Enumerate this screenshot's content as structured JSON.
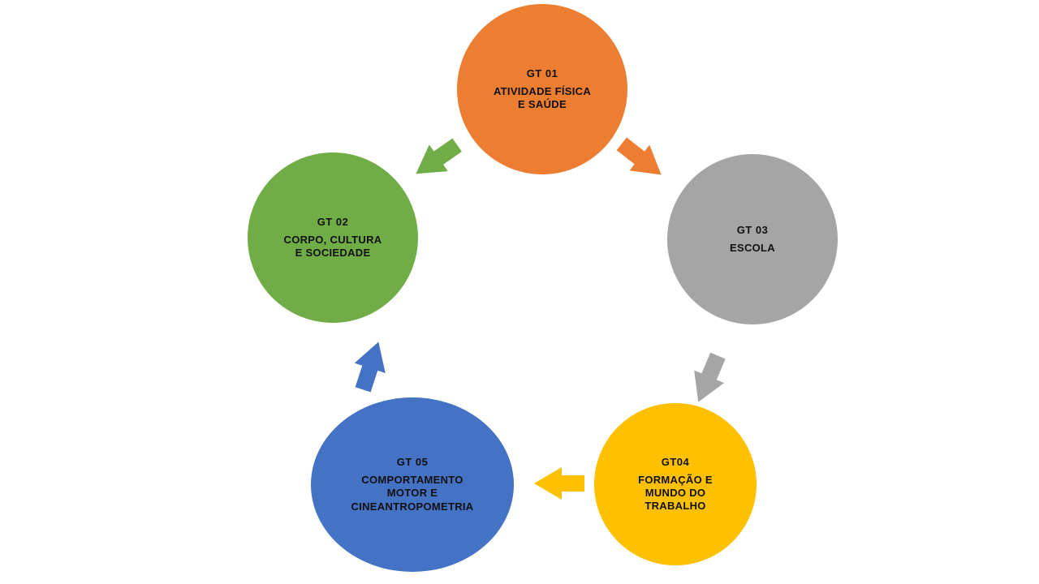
{
  "diagram": {
    "background": "#FFFFFF",
    "text_color": "#111111",
    "nodes": [
      {
        "id": "gt01",
        "title": "GT 01",
        "body": "ATIVIDADE FÍSICA E SAÚDE",
        "color": "#ED7D31",
        "shape": "circle"
      },
      {
        "id": "gt02",
        "title": "GT 02",
        "body": "CORPO, CULTURA E SOCIEDADE",
        "color": "#70AD47",
        "shape": "circle"
      },
      {
        "id": "gt03",
        "title": "GT 03",
        "body": "ESCOLA",
        "color": "#A5A5A5",
        "shape": "circle"
      },
      {
        "id": "gt04",
        "title": "GT04",
        "body": "FORMAÇÃO E MUNDO DO TRABALHO",
        "color": "#FFC000",
        "shape": "circle"
      },
      {
        "id": "gt05",
        "title": "GT 05",
        "body": "COMPORTAMENTO MOTOR E CINEANTROPOMETRIA",
        "color": "#4472C4",
        "shape": "ellipse"
      }
    ],
    "arrows": [
      {
        "id": "gt01-to-gt02",
        "color": "#70AD47",
        "direction": "down-left"
      },
      {
        "id": "gt01-to-gt03",
        "color": "#ED7D31",
        "direction": "down-right"
      },
      {
        "id": "gt03-to-gt04",
        "color": "#A5A5A5",
        "direction": "down-left"
      },
      {
        "id": "gt04-to-gt05",
        "color": "#FFC000",
        "direction": "left"
      },
      {
        "id": "gt05-to-gt02",
        "color": "#4472C4",
        "direction": "up"
      }
    ]
  }
}
